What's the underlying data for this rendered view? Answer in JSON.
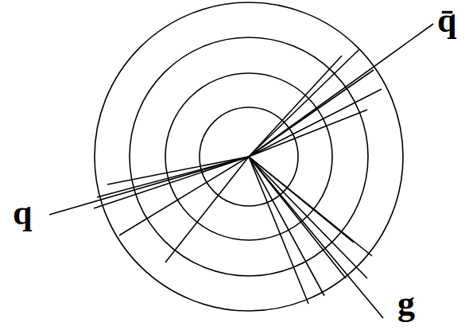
{
  "diagram": {
    "labels": [
      "q̄",
      "q",
      "g"
    ]
  }
}
